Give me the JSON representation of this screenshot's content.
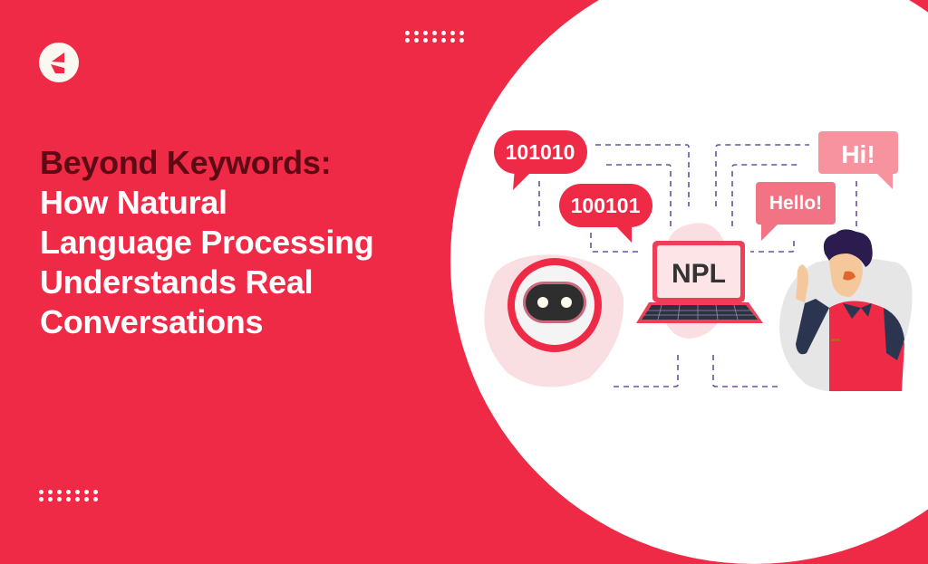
{
  "header": {
    "logo_icon": "brand-logo-icon",
    "decor": "dot-grid-decoration"
  },
  "headline": {
    "line1": "Beyond Keywords:",
    "line2": "How Natural",
    "line3": "Language Processing",
    "line4": "Understands Real",
    "line5": "Conversations"
  },
  "illustration": {
    "bubble_binary_1": "101010",
    "bubble_binary_2": "100101",
    "bubble_hi": "Hi!",
    "bubble_hello": "Hello!",
    "laptop_screen_text": "NPL",
    "robot_icon": "robot-face-icon",
    "person_icon": "waving-person-icon"
  },
  "colors": {
    "brand_red": "#ef2a46",
    "dark_title": "#5e0a15",
    "white": "#ffffff",
    "pink_light": "#f9dfe1",
    "pink_bubble": "#f6939f",
    "pink_bubble_2": "#f27484",
    "dashed_line": "#6a4fa3",
    "laptop_text": "#333333"
  }
}
